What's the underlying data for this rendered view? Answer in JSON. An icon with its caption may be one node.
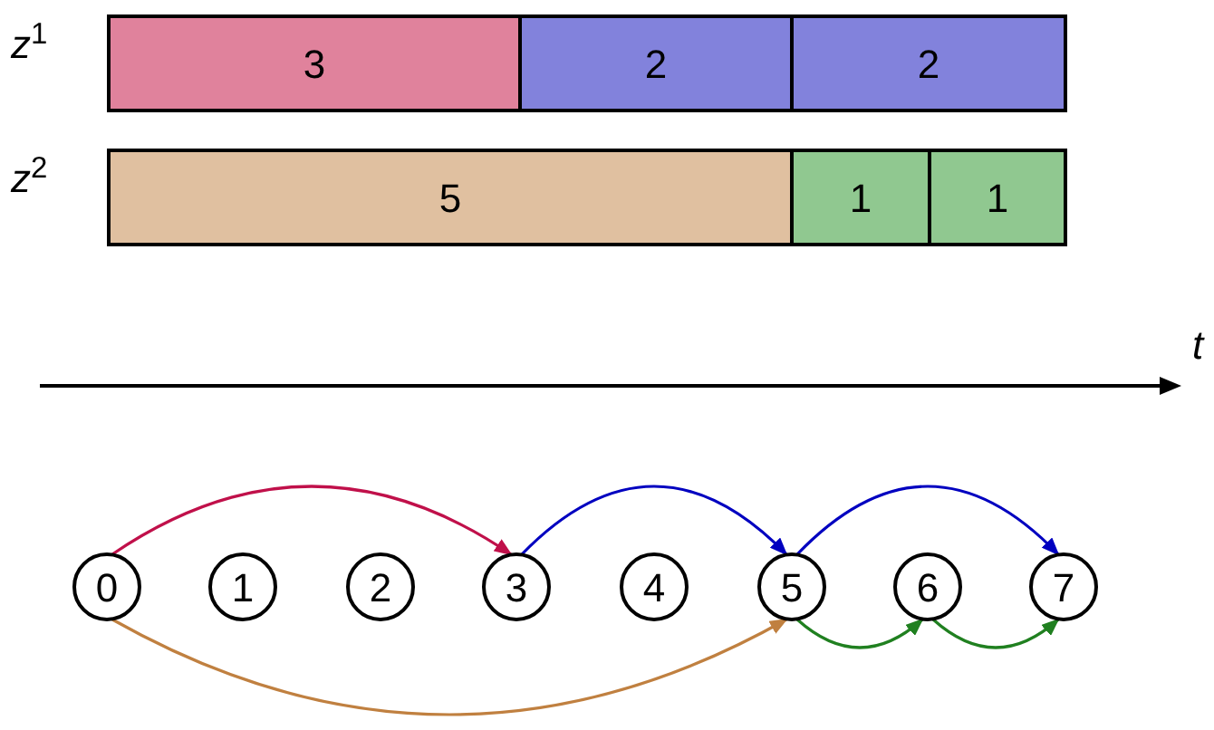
{
  "diagram": {
    "nodes": [
      {
        "text": [
          "3"
        ]
      },
      {
        "text": [
          "2"
        ]
      },
      {
        "text": [
          "2"
        ]
      },
      {
        "text": [
          "5"
        ]
      },
      {
        "text": [
          "1"
        ]
      },
      {
        "text": [
          "1"
        ]
      },
      {
        "text": [
          "0"
        ]
      },
      {
        "text": [
          "1"
        ]
      },
      {
        "text": [
          "2"
        ]
      },
      {
        "text": [
          "3"
        ]
      },
      {
        "text": [
          "4"
        ]
      },
      {
        "text": [
          "5"
        ]
      },
      {
        "text": [
          "6"
        ]
      },
      {
        "text": [
          "7"
        ]
      }
    ],
    "edges": [
      {
        "from": 6,
        "to": 9,
        "arrow": "to",
        "color": "#c0104a"
      },
      {
        "from": 9,
        "to": 11,
        "arrow": "to",
        "color": "#0000c0"
      },
      {
        "from": 11,
        "to": 13,
        "arrow": "to",
        "color": "#0000c0"
      },
      {
        "from": 6,
        "to": 11,
        "arrow": "to",
        "color": "#c08040"
      },
      {
        "from": 11,
        "to": 12,
        "arrow": "to",
        "color": "#208020"
      },
      {
        "from": 12,
        "to": 13,
        "arrow": "to",
        "color": "#208020"
      }
    ],
    "labels": [
      "*z*$^{1}$",
      "*z*$^{2}$",
      "*t*"
    ]
  }
}
